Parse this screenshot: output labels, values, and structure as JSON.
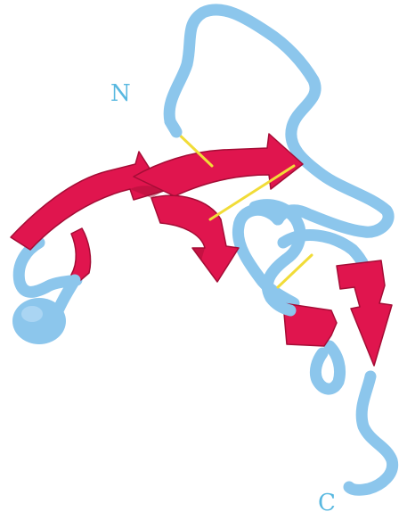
{
  "labels": {
    "n_terminus": "N",
    "c_terminus": "C"
  },
  "colors": {
    "background": "#ffffff",
    "coil": "#8cc6ec",
    "coil_shadow": "#5a9cd0",
    "sheet": "#e0154e",
    "sheet_shadow": "#a50d36",
    "disulfide": "#f1dc38",
    "label": "#58b8e0"
  },
  "structure": {
    "coil_segments": 5,
    "beta_strands": 5,
    "disulfide_bonds": 3
  }
}
